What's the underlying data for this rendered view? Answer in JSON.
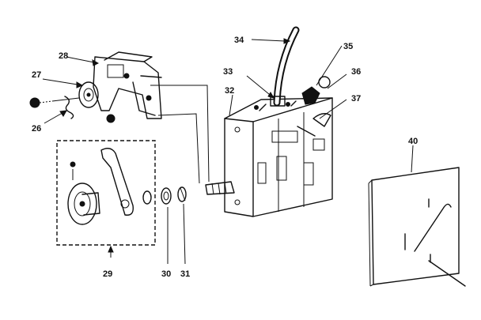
{
  "diagram": {
    "callouts": {
      "p26": "26",
      "p27": "27",
      "p28": "28",
      "p29": "29",
      "p30": "30",
      "p31": "31",
      "p32": "32",
      "p33": "33",
      "p34": "34",
      "p35": "35",
      "p36": "36",
      "p37": "37",
      "p40": "40"
    }
  }
}
